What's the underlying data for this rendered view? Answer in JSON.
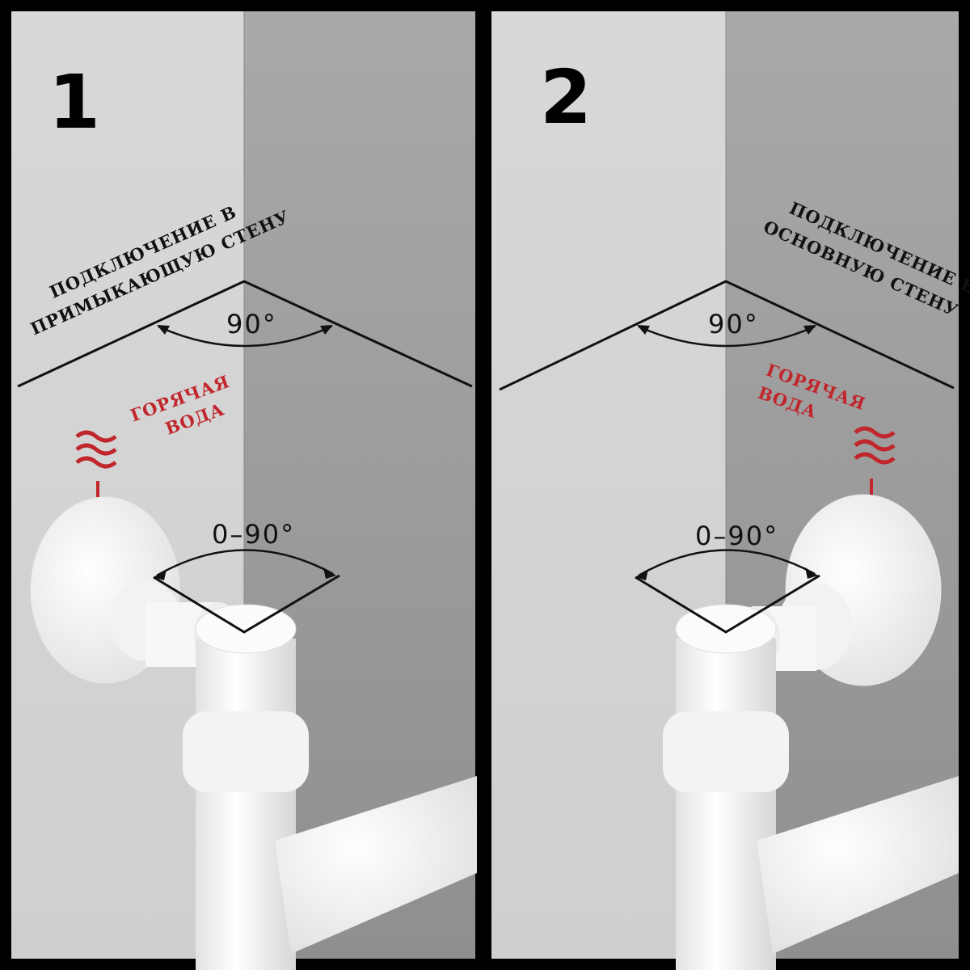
{
  "panels": [
    {
      "number": "1",
      "connection_label_line1": "ПОДКЛЮЧЕНИЕ В",
      "connection_label_line2": "ПРИМЫКАЮЩУЮ СТЕНУ",
      "hot_water_line1": "ГОРЯЧАЯ",
      "hot_water_line2": "ВОДА",
      "corner_angle": "90°",
      "rotation_range": "0–90°",
      "hot_icon": "hot-water-waves-icon"
    },
    {
      "number": "2",
      "connection_label_line1": "ПОДКЛЮЧЕНИЕ В",
      "connection_label_line2": "ОСНОВНУЮ СТЕНУ",
      "hot_water_line1": "ГОРЯЧАЯ",
      "hot_water_line2": "ВОДА",
      "corner_angle": "90°",
      "rotation_range": "0–90°",
      "hot_icon": "hot-water-waves-icon"
    }
  ],
  "colors": {
    "frame": "#000000",
    "accent_red": "#c0262b",
    "left_wall": "#dcdcdc",
    "right_wall": "#a7a7a7",
    "fitting": "#f4f4f4"
  }
}
